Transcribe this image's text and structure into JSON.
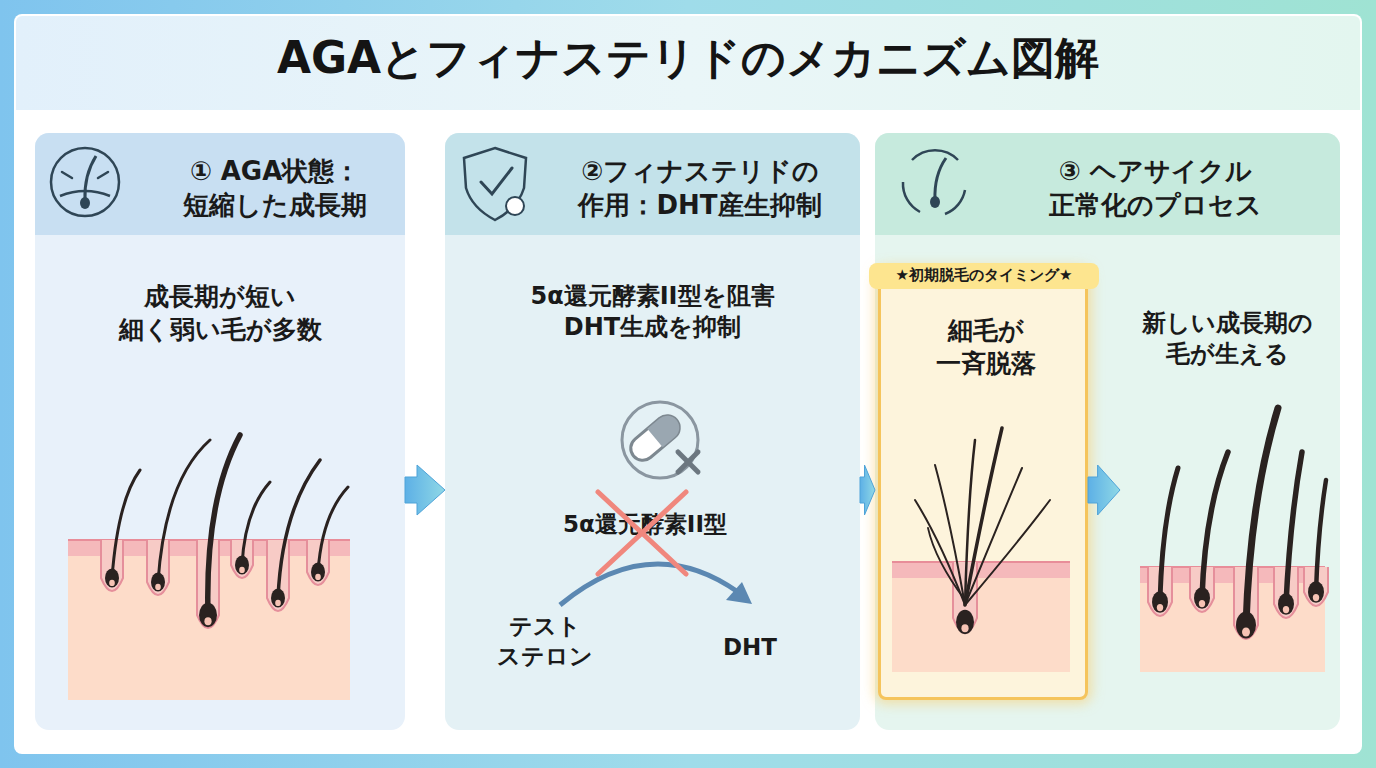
{
  "diagram": {
    "title": "AGAとフィナステリドのメカニズム図解",
    "nodes": [
      {
        "text": [
          "① AGA状態： 短縮した成長期",
          "成長期が短い 細く弱い毛が多数"
        ]
      },
      {
        "text": [
          "②フィナステリドの 作用：DHT産生抑制",
          "5α還元酵素II型を阻害 DHT生成を抑制"
        ]
      },
      {
        "text": [
          "③ ヘアサイクル 正常化のプロセス"
        ]
      },
      {
        "text": [
          "★初期脱毛のタイミング★",
          "細毛が 一斉脱落"
        ],
        "in": 2
      },
      {
        "text": [
          "新しい成長期の 毛が生える"
        ],
        "in": 2
      }
    ],
    "edges": [
      {
        "from": 0,
        "to": 1,
        "arrow": "to"
      },
      {
        "from": 1,
        "to": 2,
        "arrow": "to"
      },
      {
        "from": 3,
        "to": 4,
        "arrow": "to"
      }
    ],
    "labels": [
      "5α還元酵素II型",
      "テスト ステロン",
      "DHT"
    ]
  }
}
